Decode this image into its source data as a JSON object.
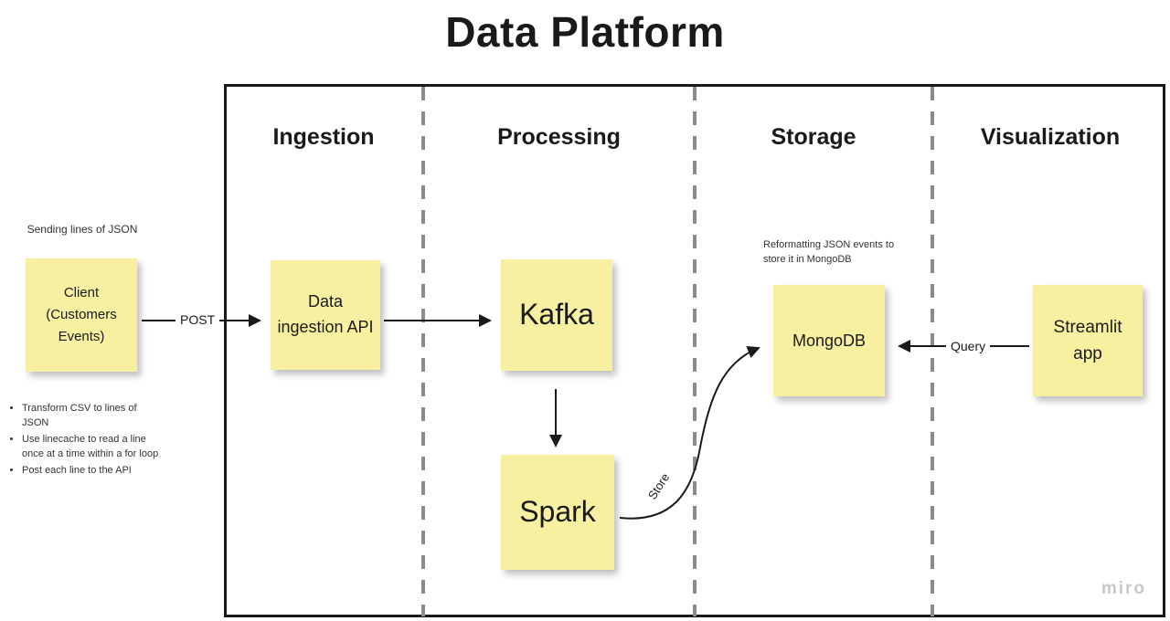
{
  "title": "Data Platform",
  "watermark": "miro",
  "columns": [
    {
      "label": "Ingestion"
    },
    {
      "label": "Processing"
    },
    {
      "label": "Storage"
    },
    {
      "label": "Visualization"
    }
  ],
  "notes": {
    "client": "Client (Customers Events)",
    "ingestion_api": "Data ingestion API",
    "kafka": "Kafka",
    "spark": "Spark",
    "mongodb": "MongoDB",
    "streamlit": "Streamlit app"
  },
  "annotations": {
    "client_top": "Sending lines of JSON",
    "mongodb_top": "Reformatting JSON events to store it in MongoDB",
    "client_bullets": [
      "Transform CSV to lines of JSON",
      "Use linecache to read a line once at a time within a for loop",
      "Post each line to the API"
    ]
  },
  "arrow_labels": {
    "post": "POST",
    "store": "Store",
    "query": "Query"
  },
  "colors": {
    "sticky": "#f6f0a0",
    "frame_border": "#1a1a1a",
    "dashed_divider": "#8c8c8c",
    "watermark": "#c9c9c9"
  }
}
